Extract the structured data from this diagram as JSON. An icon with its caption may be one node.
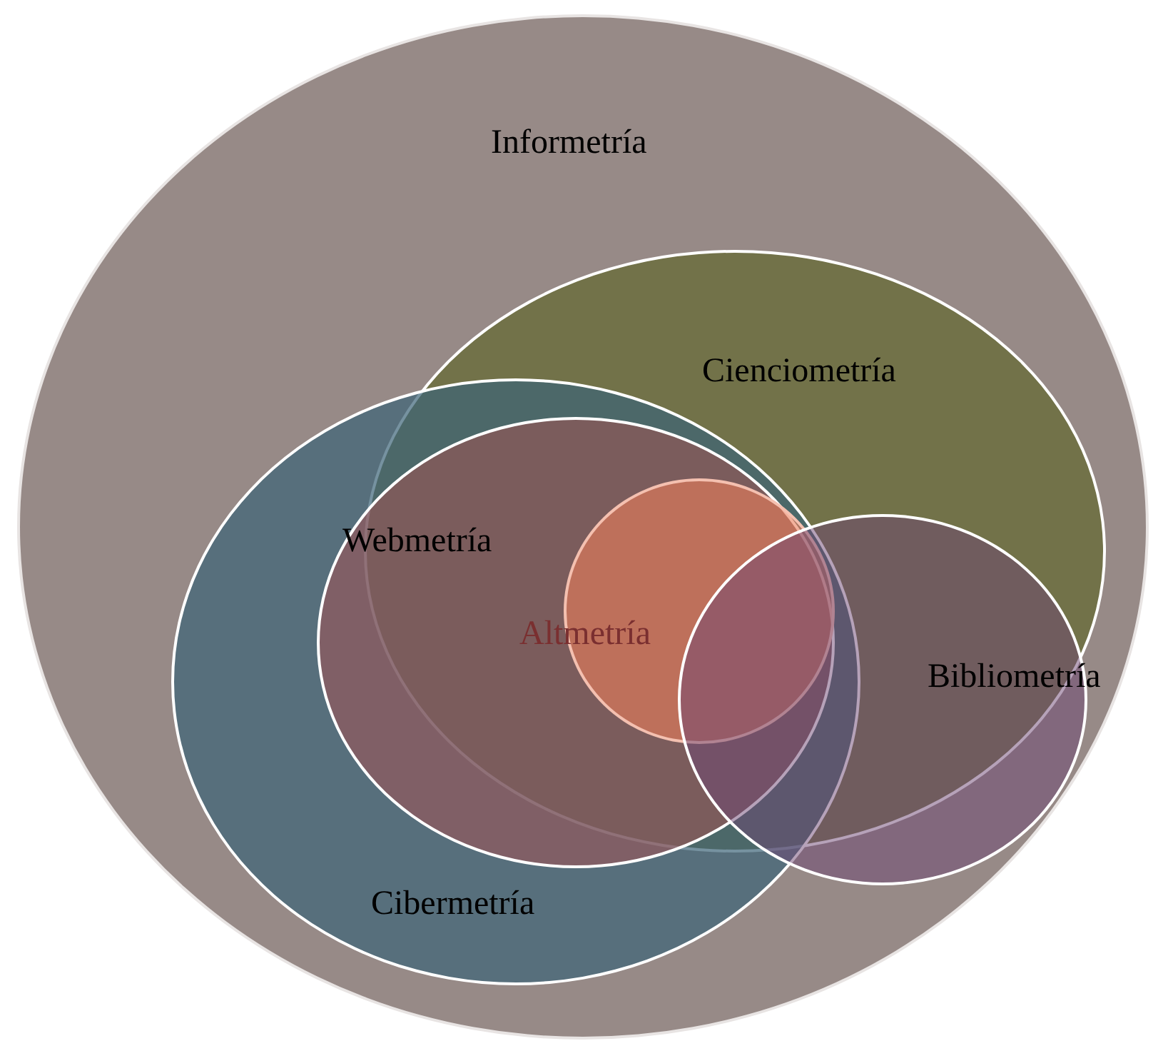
{
  "diagram": {
    "nodes": [
      {
        "text": [
          "Informetría"
        ]
      },
      {
        "text": [
          "Cienciometría"
        ],
        "in": 0
      },
      {
        "text": [
          "Cibermetría"
        ],
        "in": 0
      },
      {
        "text": [
          "Webmetría"
        ],
        "in": 2
      },
      {
        "text": [
          "Altmetría"
        ],
        "in": 3
      },
      {
        "text": [
          "Bibliometría"
        ],
        "in": 0
      }
    ]
  }
}
